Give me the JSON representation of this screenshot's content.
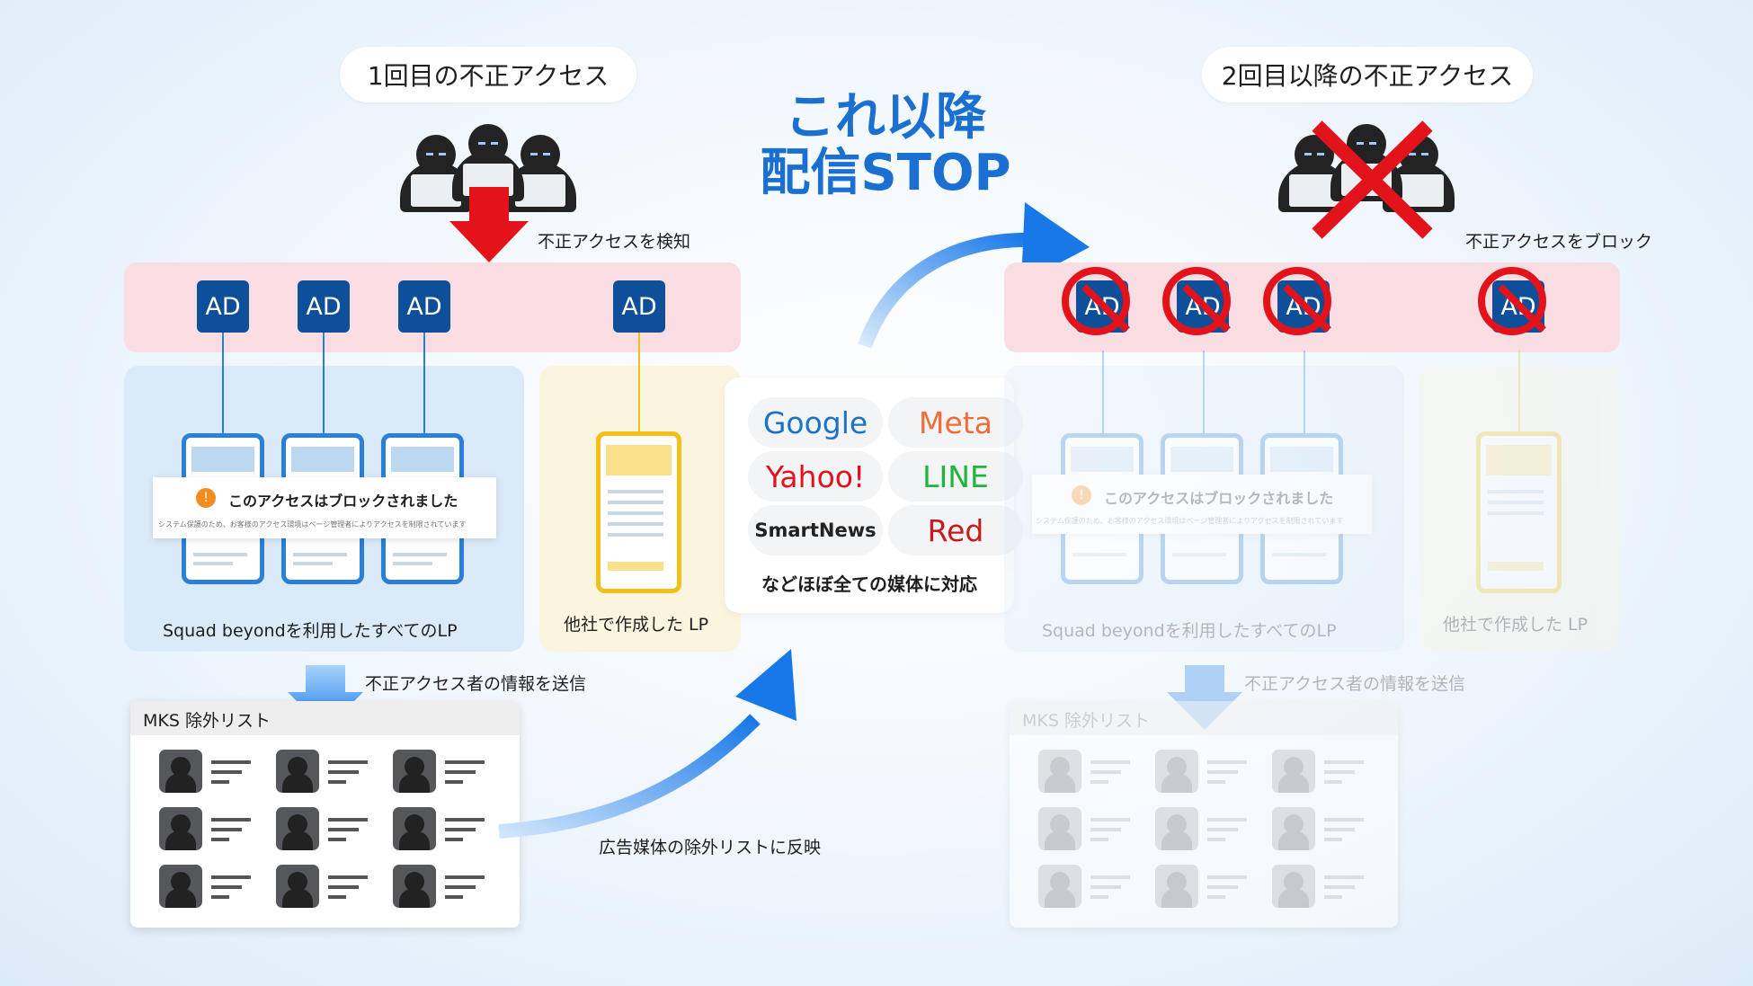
{
  "left": {
    "title": "1回目の不正アクセス",
    "detect_label": "不正アクセスを検知",
    "ad_labels": [
      "AD",
      "AD",
      "AD",
      "AD"
    ],
    "blocked_title": "このアクセスはブロックされました",
    "blocked_desc": "システム保護のため、お客様のアクセス環境はページ管理者によりアクセスを制限されています",
    "squad_label": "Squad beyondを利用したすべてのLP",
    "other_label": "他社で作成した LP",
    "send_label": "不正アクセス者の情報を送信",
    "mks_title": "MKS 除外リスト",
    "reflect_label": "広告媒体の除外リストに反映"
  },
  "center": {
    "headline_line1": "これ以降",
    "headline_line2": "配信STOP",
    "media": [
      {
        "name": "Google",
        "color": "#1a73c8"
      },
      {
        "name": "Meta",
        "color": "#ee6d38"
      },
      {
        "name": "Yahoo!",
        "color": "#e0131c"
      },
      {
        "name": "LINE",
        "color": "#1fb53c"
      },
      {
        "name": "SmartNews",
        "color": "#222222"
      },
      {
        "name": "Red",
        "color": "#c71a1a"
      }
    ],
    "media_caption": "などほぼ全ての媒体に対応"
  },
  "right": {
    "title": "2回目以降の不正アクセス",
    "block_label": "不正アクセスをブロック",
    "ad_labels": [
      "AD",
      "AD",
      "AD",
      "AD"
    ],
    "blocked_title": "このアクセスはブロックされました",
    "blocked_desc": "システム保護のため、お客様のアクセス環境はページ管理者によりアクセスを制限されています",
    "squad_label": "Squad beyondを利用したすべてのLP",
    "other_label": "他社で作成した LP",
    "send_label": "不正アクセス者の情報を送信",
    "mks_title": "MKS 除外リスト"
  },
  "icons": [
    "hacker-group-icon",
    "down-arrow-icon",
    "curved-arrow-icon",
    "prohibited-icon",
    "cross-icon",
    "warning-icon"
  ],
  "colors": {
    "ad_blue": "#0f4f99",
    "phone_blue": "#2a7fd8",
    "phone_yellow": "#f3c01b",
    "alert_red": "#e3131b",
    "headline_blue": "#1b6fd0"
  }
}
